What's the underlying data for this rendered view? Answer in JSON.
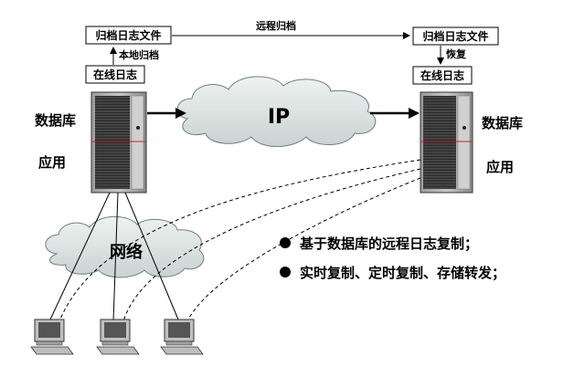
{
  "left_site": {
    "archive_box": "归档日志文件",
    "online_box": "在线日志",
    "local_archive_label": "本地归档",
    "server_label_1": "数据库",
    "server_label_2": "应用"
  },
  "right_site": {
    "archive_box": "归档日志文件",
    "online_box": "在线日志",
    "recover_label": "恢复",
    "server_label_1": "数据库",
    "server_label_2": "应用"
  },
  "remote_archive_label": "远程归档",
  "ip_cloud_label": "IP",
  "network_cloud_label": "网络",
  "bullets": [
    "基于数据库的远程日志复制；",
    "实时复制、定时复制、存储转发；"
  ]
}
